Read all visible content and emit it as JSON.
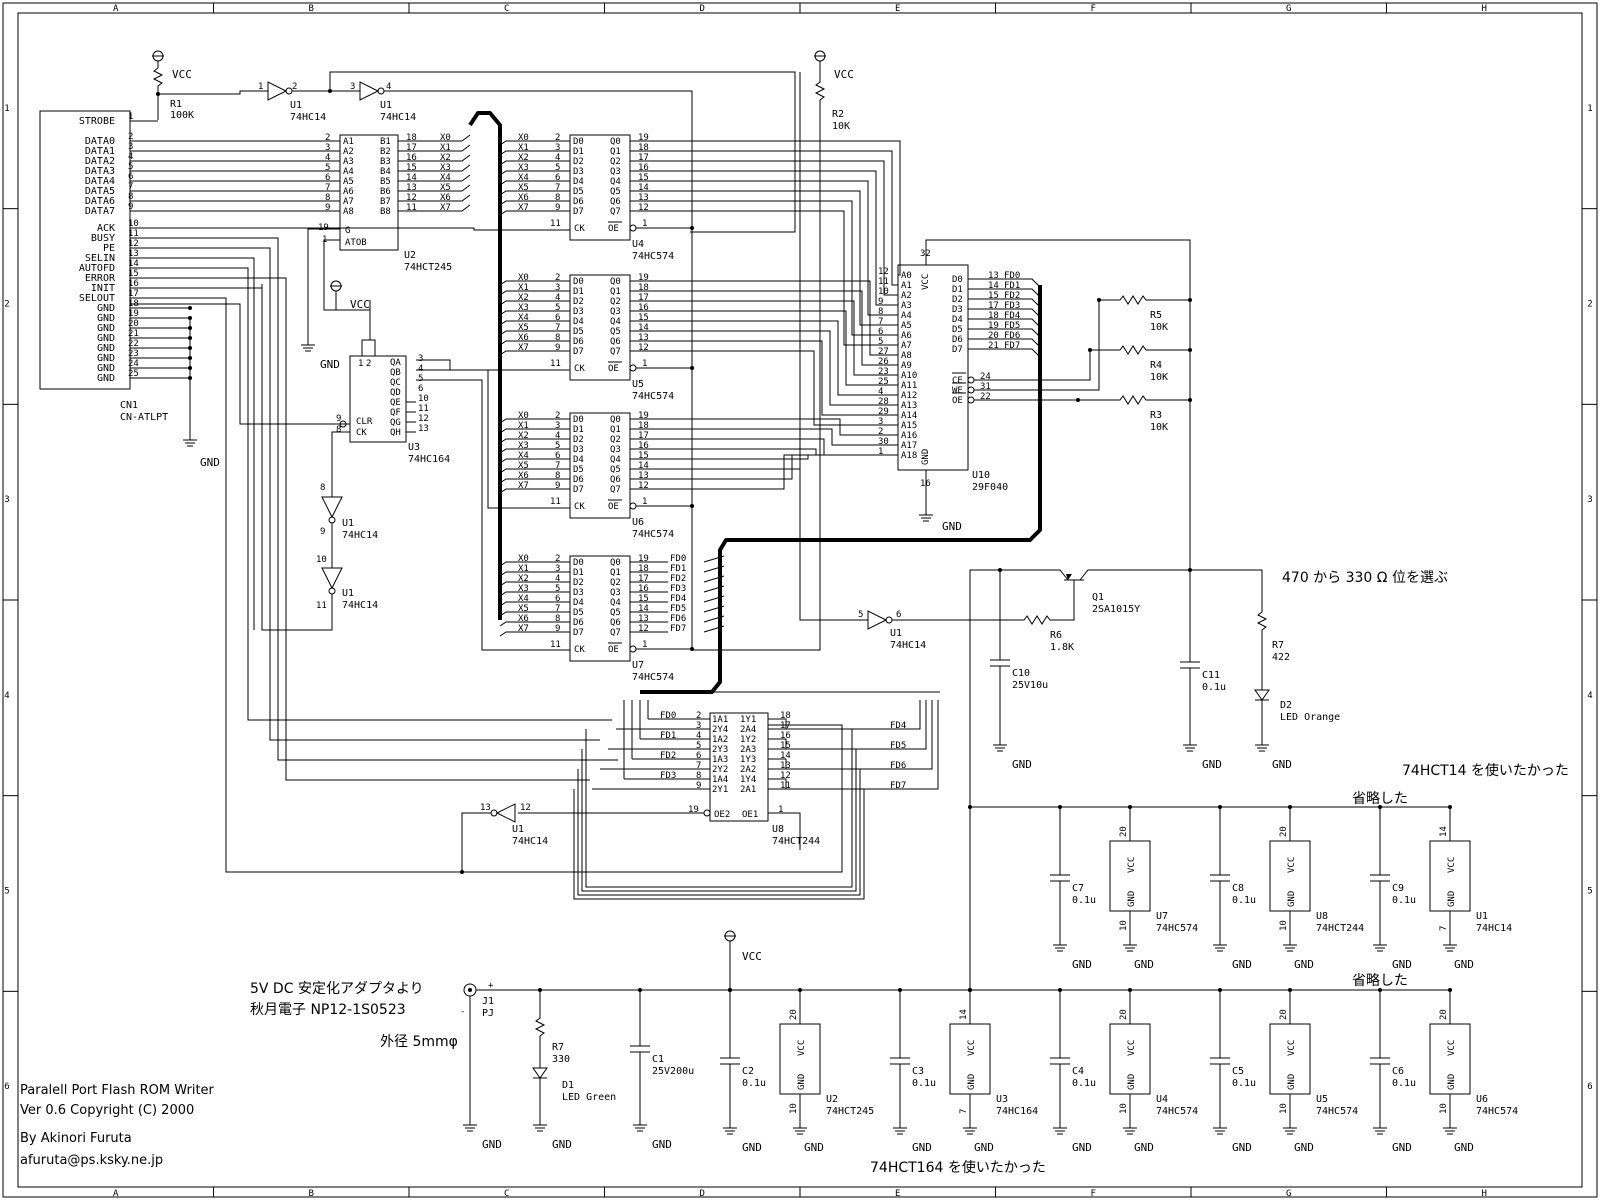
{
  "frame": {
    "cols": [
      "A",
      "B",
      "C",
      "D",
      "E",
      "F",
      "G",
      "H"
    ],
    "rows": [
      "1",
      "2",
      "3",
      "4",
      "5",
      "6"
    ]
  },
  "title_block": {
    "line1": "Paralell Port Flash ROM Writer",
    "line2": "Ver 0.6   Copyright (C) 2000",
    "line3": "By Akinori Furuta",
    "line4": "afuruta@ps.ksky.ne.jp"
  },
  "notes": {
    "r7_choice": "470 から 330 Ω 位を選ぶ",
    "want_hct14": "74HCT14 を使いたかった",
    "omitted1": "省略した",
    "omitted2": "省略した",
    "want_hct164": "74HCT164 を使いたかった",
    "power_src1": "5V DC 安定化アダプタより",
    "power_src2": "秋月電子 NP12-1S0523",
    "jack_dia": "外径 5mmφ"
  },
  "connector": {
    "ref": "CN1",
    "value": "CN-ATLPT",
    "pins": [
      {
        "name": "STROBE",
        "num": "1"
      },
      {
        "name": "DATA0",
        "num": "2"
      },
      {
        "name": "DATA1",
        "num": "3"
      },
      {
        "name": "DATA2",
        "num": "4"
      },
      {
        "name": "DATA3",
        "num": "5"
      },
      {
        "name": "DATA4",
        "num": "6"
      },
      {
        "name": "DATA5",
        "num": "7"
      },
      {
        "name": "DATA6",
        "num": "8"
      },
      {
        "name": "DATA7",
        "num": "9"
      },
      {
        "name": "ACK",
        "num": "10"
      },
      {
        "name": "BUSY",
        "num": "11"
      },
      {
        "name": "PE",
        "num": "12"
      },
      {
        "name": "SELIN",
        "num": "13"
      },
      {
        "name": "AUTOFD",
        "num": "14"
      },
      {
        "name": "ERROR",
        "num": "15"
      },
      {
        "name": "INIT",
        "num": "16"
      },
      {
        "name": "SELOUT",
        "num": "17"
      },
      {
        "name": "GND",
        "num": "18"
      },
      {
        "name": "GND",
        "num": "19"
      },
      {
        "name": "GND",
        "num": "20"
      },
      {
        "name": "GND",
        "num": "21"
      },
      {
        "name": "GND",
        "num": "22"
      },
      {
        "name": "GND",
        "num": "23"
      },
      {
        "name": "GND",
        "num": "24"
      },
      {
        "name": "GND",
        "num": "25"
      }
    ]
  },
  "parts": {
    "R1": {
      "ref": "R1",
      "value": "100K"
    },
    "R2": {
      "ref": "R2",
      "value": "10K"
    },
    "R3": {
      "ref": "R3",
      "value": "10K"
    },
    "R4": {
      "ref": "R4",
      "value": "10K"
    },
    "R5": {
      "ref": "R5",
      "value": "10K"
    },
    "R6": {
      "ref": "R6",
      "value": "1.8K"
    },
    "R7a": {
      "ref": "R7",
      "value": "422"
    },
    "R7b": {
      "ref": "R7",
      "value": "330"
    },
    "Q1": {
      "ref": "Q1",
      "value": "2SA1015Y"
    },
    "D1": {
      "ref": "D1",
      "value": "LED Green"
    },
    "D2": {
      "ref": "D2",
      "value": "LED Orange"
    },
    "C1": {
      "ref": "C1",
      "value": "25V200u"
    },
    "C10": {
      "ref": "C10",
      "value": "25V10u"
    },
    "C11": {
      "ref": "C11",
      "value": "0.1u"
    },
    "J1": {
      "ref": "J1",
      "value": "PJ"
    },
    "U2": {
      "ref": "U2",
      "value": "74HCT245"
    },
    "U3": {
      "ref": "U3",
      "value": "74HC164"
    },
    "U4": {
      "ref": "U4",
      "value": "74HC574"
    },
    "U5": {
      "ref": "U5",
      "value": "74HC574"
    },
    "U6": {
      "ref": "U6",
      "value": "74HC574"
    },
    "U7": {
      "ref": "U7",
      "value": "74HC574"
    },
    "U8": {
      "ref": "U8",
      "value": "74HCT244"
    },
    "U10": {
      "ref": "U10",
      "value": "29F040"
    },
    "U1": {
      "ref": "U1",
      "value": "74HC14"
    }
  },
  "labels": {
    "vcc": "VCC",
    "gnd": "GND",
    "atob": "ATOB",
    "g": "G",
    "ck": "CK",
    "oe": "OE",
    "clr": "CLR",
    "vcc_pin": "VCC",
    "gnd_pin": "GND"
  },
  "u2_pins": {
    "a": [
      "A1",
      "A2",
      "A3",
      "A4",
      "A5",
      "A6",
      "A7",
      "A8"
    ],
    "b": [
      "B1",
      "B2",
      "B3",
      "B4",
      "B5",
      "B6",
      "B7",
      "B8"
    ],
    "x": [
      "X0",
      "X1",
      "X2",
      "X3",
      "X4",
      "X5",
      "X6",
      "X7"
    ],
    "a_num": [
      "2",
      "3",
      "4",
      "5",
      "6",
      "7",
      "8",
      "9"
    ],
    "b_num": [
      "18",
      "17",
      "16",
      "15",
      "14",
      "13",
      "12",
      "11"
    ]
  },
  "latch_pins": {
    "d": [
      "D0",
      "D1",
      "D2",
      "D3",
      "D4",
      "D5",
      "D6",
      "D7"
    ],
    "q": [
      "Q0",
      "Q1",
      "Q2",
      "Q3",
      "Q4",
      "Q5",
      "Q6",
      "Q7"
    ],
    "d_num": [
      "2",
      "3",
      "4",
      "5",
      "6",
      "7",
      "8",
      "9"
    ],
    "q_num": [
      "19",
      "18",
      "17",
      "16",
      "15",
      "14",
      "13",
      "12"
    ],
    "fd": [
      "FD0",
      "FD1",
      "FD2",
      "FD3",
      "FD4",
      "FD5",
      "FD6",
      "FD7"
    ]
  },
  "u3_pins": {
    "q": [
      "QA",
      "QB",
      "QC",
      "QD",
      "QE",
      "QF",
      "QG",
      "QH"
    ],
    "num": [
      "3",
      "4",
      "5",
      "6",
      "10",
      "11",
      "12",
      "13"
    ]
  },
  "u10_pins": {
    "a": [
      "A0",
      "A1",
      "A2",
      "A3",
      "A4",
      "A5",
      "A6",
      "A7",
      "A8",
      "A9",
      "A10",
      "A11",
      "A12",
      "A13",
      "A14",
      "A15",
      "A16",
      "A17",
      "A18"
    ],
    "a_num": [
      "12",
      "11",
      "10",
      "9",
      "8",
      "7",
      "6",
      "5",
      "27",
      "26",
      "23",
      "25",
      "4",
      "28",
      "29",
      "3",
      "2",
      "30",
      "1"
    ],
    "d": [
      "D0",
      "D1",
      "D2",
      "D3",
      "D4",
      "D5",
      "D6",
      "D7"
    ],
    "d_num": [
      "13",
      "14",
      "15",
      "17",
      "18",
      "19",
      "20",
      "21"
    ],
    "ctl": [
      "CE",
      "WE",
      "OE"
    ],
    "ctl_num": [
      "24",
      "31",
      "22"
    ]
  },
  "u8_pins": {
    "left": [
      "1A1",
      "2Y4",
      "1A2",
      "2Y3",
      "1A3",
      "2Y2",
      "1A4",
      "2Y1"
    ],
    "right": [
      "1Y1",
      "2A4",
      "1Y2",
      "2A3",
      "1Y3",
      "2A2",
      "1Y4",
      "2A1"
    ],
    "lnum": [
      "2",
      "3",
      "4",
      "5",
      "6",
      "7",
      "8",
      "9"
    ],
    "rnum": [
      "18",
      "17",
      "16",
      "15",
      "14",
      "13",
      "12",
      "11"
    ],
    "oe2": "OE2",
    "oe1": "OE1"
  },
  "decoupling": [
    {
      "cap": "C7",
      "cval": "0.1u",
      "chip": "U7",
      "chipval": "74HC574",
      "vpin": "20",
      "gpin": "10"
    },
    {
      "cap": "C8",
      "cval": "0.1u",
      "chip": "U8",
      "chipval": "74HCT244",
      "vpin": "20",
      "gpin": "10"
    },
    {
      "cap": "C9",
      "cval": "0.1u",
      "chip": "U1",
      "chipval": "74HC14",
      "vpin": "14",
      "gpin": "7"
    },
    {
      "cap": "C2",
      "cval": "0.1u",
      "chip": "U2",
      "chipval": "74HCT245",
      "vpin": "20",
      "gpin": "10"
    },
    {
      "cap": "C3",
      "cval": "0.1u",
      "chip": "U3",
      "chipval": "74HC164",
      "vpin": "14",
      "gpin": "7"
    },
    {
      "cap": "C4",
      "cval": "0.1u",
      "chip": "U4",
      "chipval": "74HC574",
      "vpin": "20",
      "gpin": "10"
    },
    {
      "cap": "C5",
      "cval": "0.1u",
      "chip": "U5",
      "chipval": "74HC574",
      "vpin": "20",
      "gpin": "10"
    },
    {
      "cap": "C6",
      "cval": "0.1u",
      "chip": "U6",
      "chipval": "74HC574",
      "vpin": "20",
      "gpin": "10"
    }
  ]
}
